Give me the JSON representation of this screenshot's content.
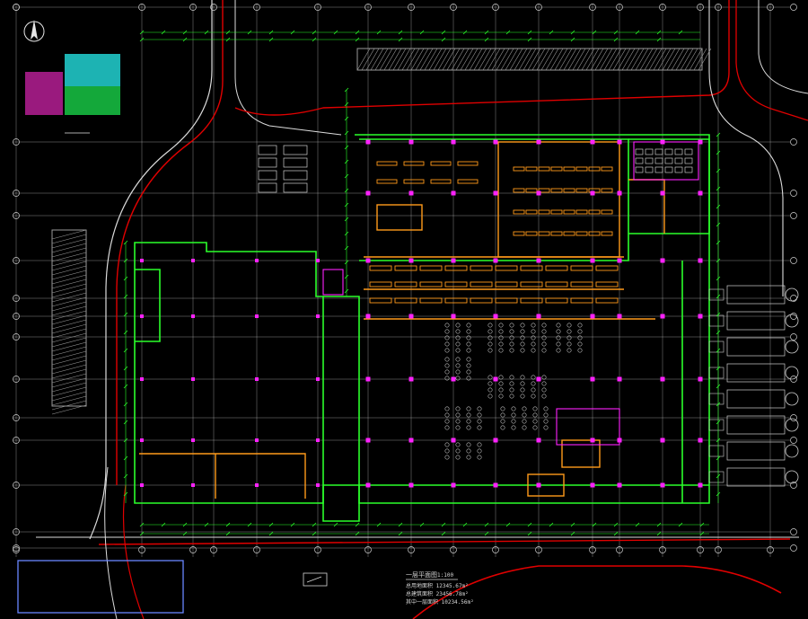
{
  "colors": {
    "background": "#000000",
    "grid": "#cfcfcf",
    "wall": "#2aff2a",
    "red_road": "#e00000",
    "orange": "#ff9a1a",
    "magenta": "#ff22ff",
    "cyan": "#20d6d6",
    "hatch": "#9a9a9a",
    "blue": "#6a86ff",
    "white": "#e6e6e6"
  },
  "icons": {
    "north_arrow": "north-arrow-icon"
  },
  "legend": {
    "title": "一层平面图",
    "scale": "1:100",
    "notes": [
      "总用地面积 12345.67m²",
      "总建筑面积 23456.78m²",
      "其中一层面积 10234.56m²"
    ]
  }
}
